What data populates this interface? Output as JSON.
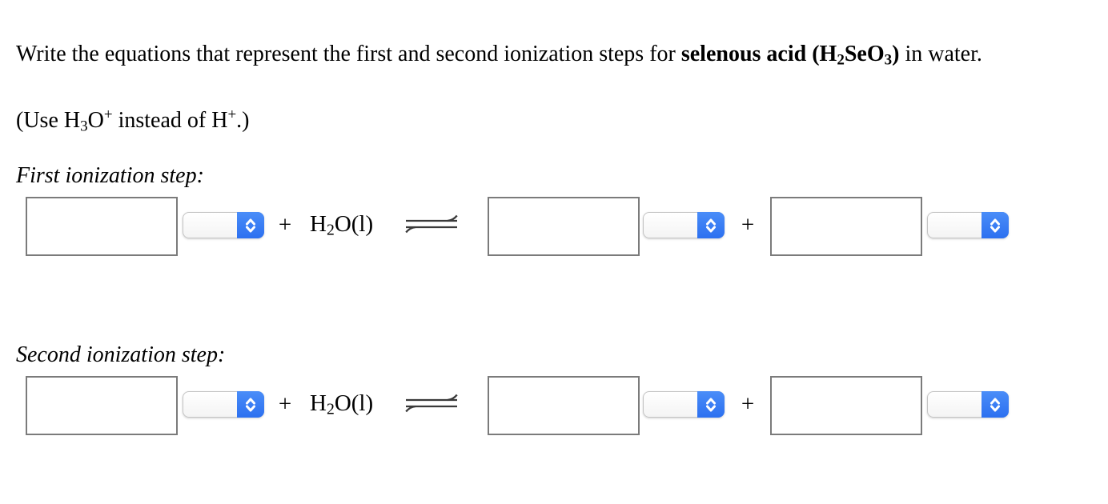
{
  "question": {
    "line1": {
      "s1": "Write the equations that represent the first and second ionization steps for ",
      "s2": "selenous acid (H",
      "s3": "2",
      "s4": "SeO",
      "s5": "3",
      "s6": ")",
      "s7": " in water."
    },
    "line2": {
      "s1": "(Use H",
      "s2": "3",
      "s3": "O",
      "s4": "+",
      "s5": " instead of H",
      "s6": "+",
      "s7": ".)"
    }
  },
  "sections": {
    "first": {
      "label": "First ionization step:"
    },
    "second": {
      "label": "Second ionization step:"
    }
  },
  "rows": [
    {
      "name": "first-ionization",
      "reactant": {
        "value": "",
        "phase": ""
      },
      "plus_left": "+",
      "water": {
        "base1": "H",
        "subscript": "2",
        "base2": "O(l)"
      },
      "equilibrium": "⇌",
      "product1": {
        "value": "",
        "phase": ""
      },
      "plus_right": "+",
      "product2": {
        "value": "",
        "phase": ""
      }
    },
    {
      "name": "second-ionization",
      "reactant": {
        "value": "",
        "phase": ""
      },
      "plus_left": "+",
      "water": {
        "base1": "H",
        "subscript": "2",
        "base2": "O(l)"
      },
      "equilibrium": "⇌",
      "product1": {
        "value": "",
        "phase": ""
      },
      "plus_right": "+",
      "product2": {
        "value": "",
        "phase": ""
      }
    }
  ],
  "icons": {
    "dropdown_stepper": "chevron-up-down",
    "equilibrium": "rightleftharpoons"
  },
  "colors": {
    "background": "#ffffff",
    "text": "#000000",
    "answer_box_border": "#7b7b7b",
    "dropdown_border": "#c4c4c4",
    "stepper_blue_top": "#4a8df8",
    "stepper_blue_bottom": "#2c70f0",
    "arrow": "#3a3a3a"
  }
}
